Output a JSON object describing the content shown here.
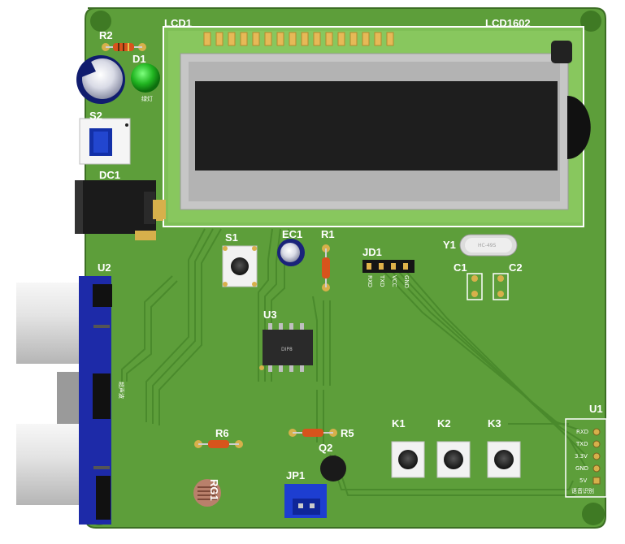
{
  "labels": {
    "lcd1": "LCD1",
    "lcd1602": "LCD1602",
    "r2": "R2",
    "d1": "D1",
    "d1_sub": "绿灯",
    "s2": "S2",
    "dc1": "DC1",
    "s1": "S1",
    "ec1": "EC1",
    "r1": "R1",
    "jd1": "JD1",
    "y1": "Y1",
    "y1_part": "HC-49S",
    "c1": "C1",
    "c2": "C2",
    "u2": "U2",
    "u2_sub": "超声波",
    "u3": "U3",
    "u3_part": "DIP8",
    "r6": "R6",
    "r5": "R5",
    "q2": "Q2",
    "rg1": "RG1",
    "jp1": "JP1",
    "k1": "K1",
    "k2": "K2",
    "k3": "K3",
    "u1": "U1",
    "u1_sub": "语音识别"
  },
  "jd1_pins": [
    "RXD",
    "TXD",
    "VCC",
    "GND"
  ],
  "u1_pins": [
    "RXD",
    "TXD",
    "3.3V",
    "GND",
    "5V"
  ],
  "colors": {
    "board": "#5d9e3a",
    "trace": "#3f7a24",
    "silkscreen": "#ffffff",
    "lcd_frame": "#c5c5c5",
    "lcd_screen": "#1e1e1e",
    "module_blue": "#1d2aa8",
    "led_green": "#22bb22"
  }
}
